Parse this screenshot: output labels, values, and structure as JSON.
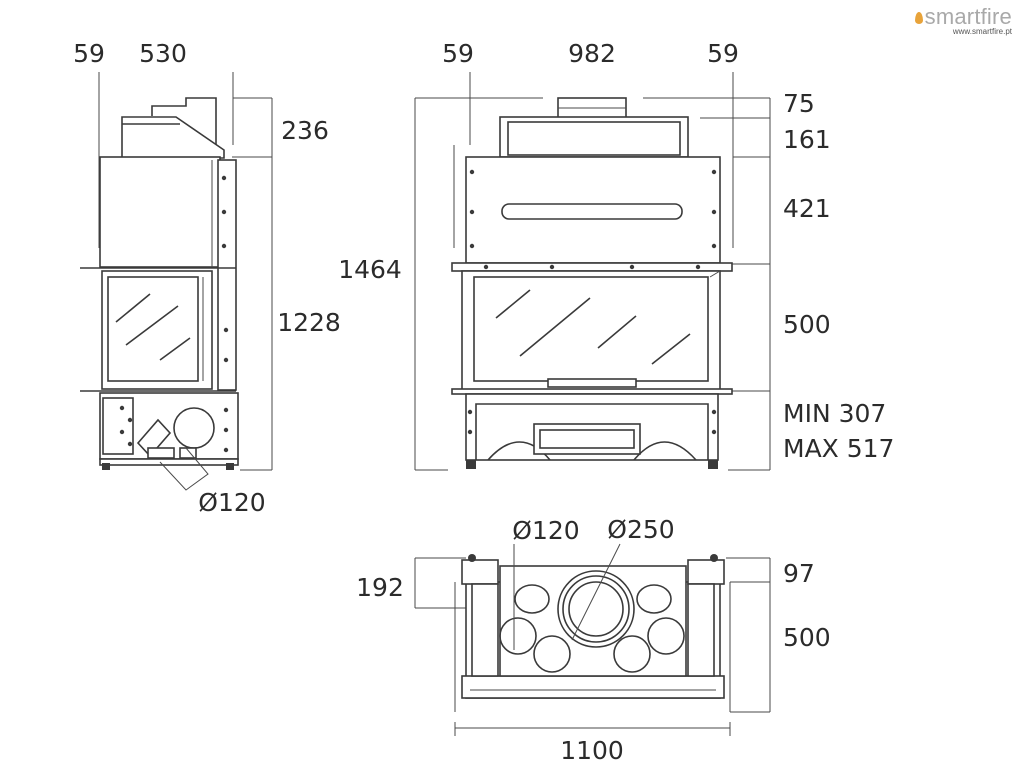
{
  "brand": {
    "name": "smartfire",
    "url": "www.smartfire.pt"
  },
  "side_view": {
    "depth_front": "59",
    "depth_main": "530",
    "top_height": "236",
    "total_height": "1228",
    "flue_diameter": "Ø120"
  },
  "front_view": {
    "side_left": "59",
    "width": "982",
    "side_right": "59",
    "total_height": "1464",
    "collar_height": "75",
    "hood_height": "161",
    "upper_height": "421",
    "glass_height": "500",
    "base_min": "MIN 307",
    "base_max": "MAX 517"
  },
  "top_view": {
    "small_outlet": "Ø120",
    "main_outlet": "Ø250",
    "offset": "192",
    "back_depth": "97",
    "depth": "500",
    "overall_width": "1100"
  }
}
